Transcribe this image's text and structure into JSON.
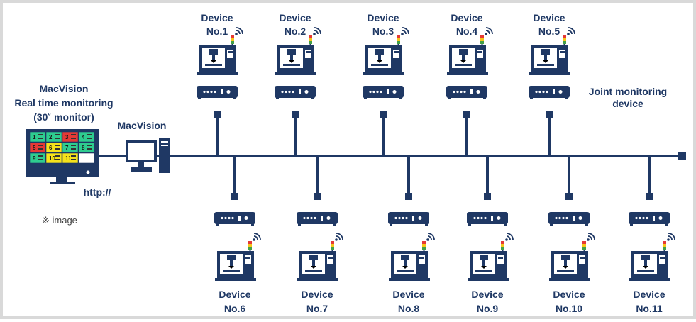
{
  "diagram": {
    "monitor_label": [
      "MacVision",
      "Real time monitoring",
      "(30˚ monitor)"
    ],
    "pc_label": "MacVision",
    "http_label": "http://",
    "note": "※ image",
    "joint_label": [
      "Joint monitoring",
      "device"
    ],
    "devices_top": [
      {
        "name": "Device",
        "number": "No.1"
      },
      {
        "name": "Device",
        "number": "No.2"
      },
      {
        "name": "Device",
        "number": "No.3"
      },
      {
        "name": "Device",
        "number": "No.4"
      },
      {
        "name": "Device",
        "number": "No.5"
      }
    ],
    "devices_bottom": [
      {
        "name": "Device",
        "number": "No.6"
      },
      {
        "name": "Device",
        "number": "No.7"
      },
      {
        "name": "Device",
        "number": "No.8"
      },
      {
        "name": "Device",
        "number": "No.9"
      },
      {
        "name": "Device",
        "number": "No.10"
      },
      {
        "name": "Device",
        "number": "No.11"
      }
    ],
    "screen_tiles": [
      {
        "num": "1",
        "color": "#2ecc8f"
      },
      {
        "num": "2",
        "color": "#2ecc8f"
      },
      {
        "num": "3",
        "color": "#e53935"
      },
      {
        "num": "4",
        "color": "#2ecc8f"
      },
      {
        "num": "5",
        "color": "#e53935"
      },
      {
        "num": "6",
        "color": "#f5e21b"
      },
      {
        "num": "7",
        "color": "#2ecc8f"
      },
      {
        "num": "8",
        "color": "#2ecc8f"
      },
      {
        "num": "9",
        "color": "#2ecc8f"
      },
      {
        "num": "10",
        "color": "#f5e21b"
      },
      {
        "num": "11",
        "color": "#f5e21b"
      },
      {
        "num": "",
        "color": "#ffffff"
      }
    ],
    "colors": {
      "navy": "#1f3864",
      "signal_red": "#e53935",
      "signal_yellow": "#f5c518",
      "signal_green": "#43a047"
    }
  }
}
